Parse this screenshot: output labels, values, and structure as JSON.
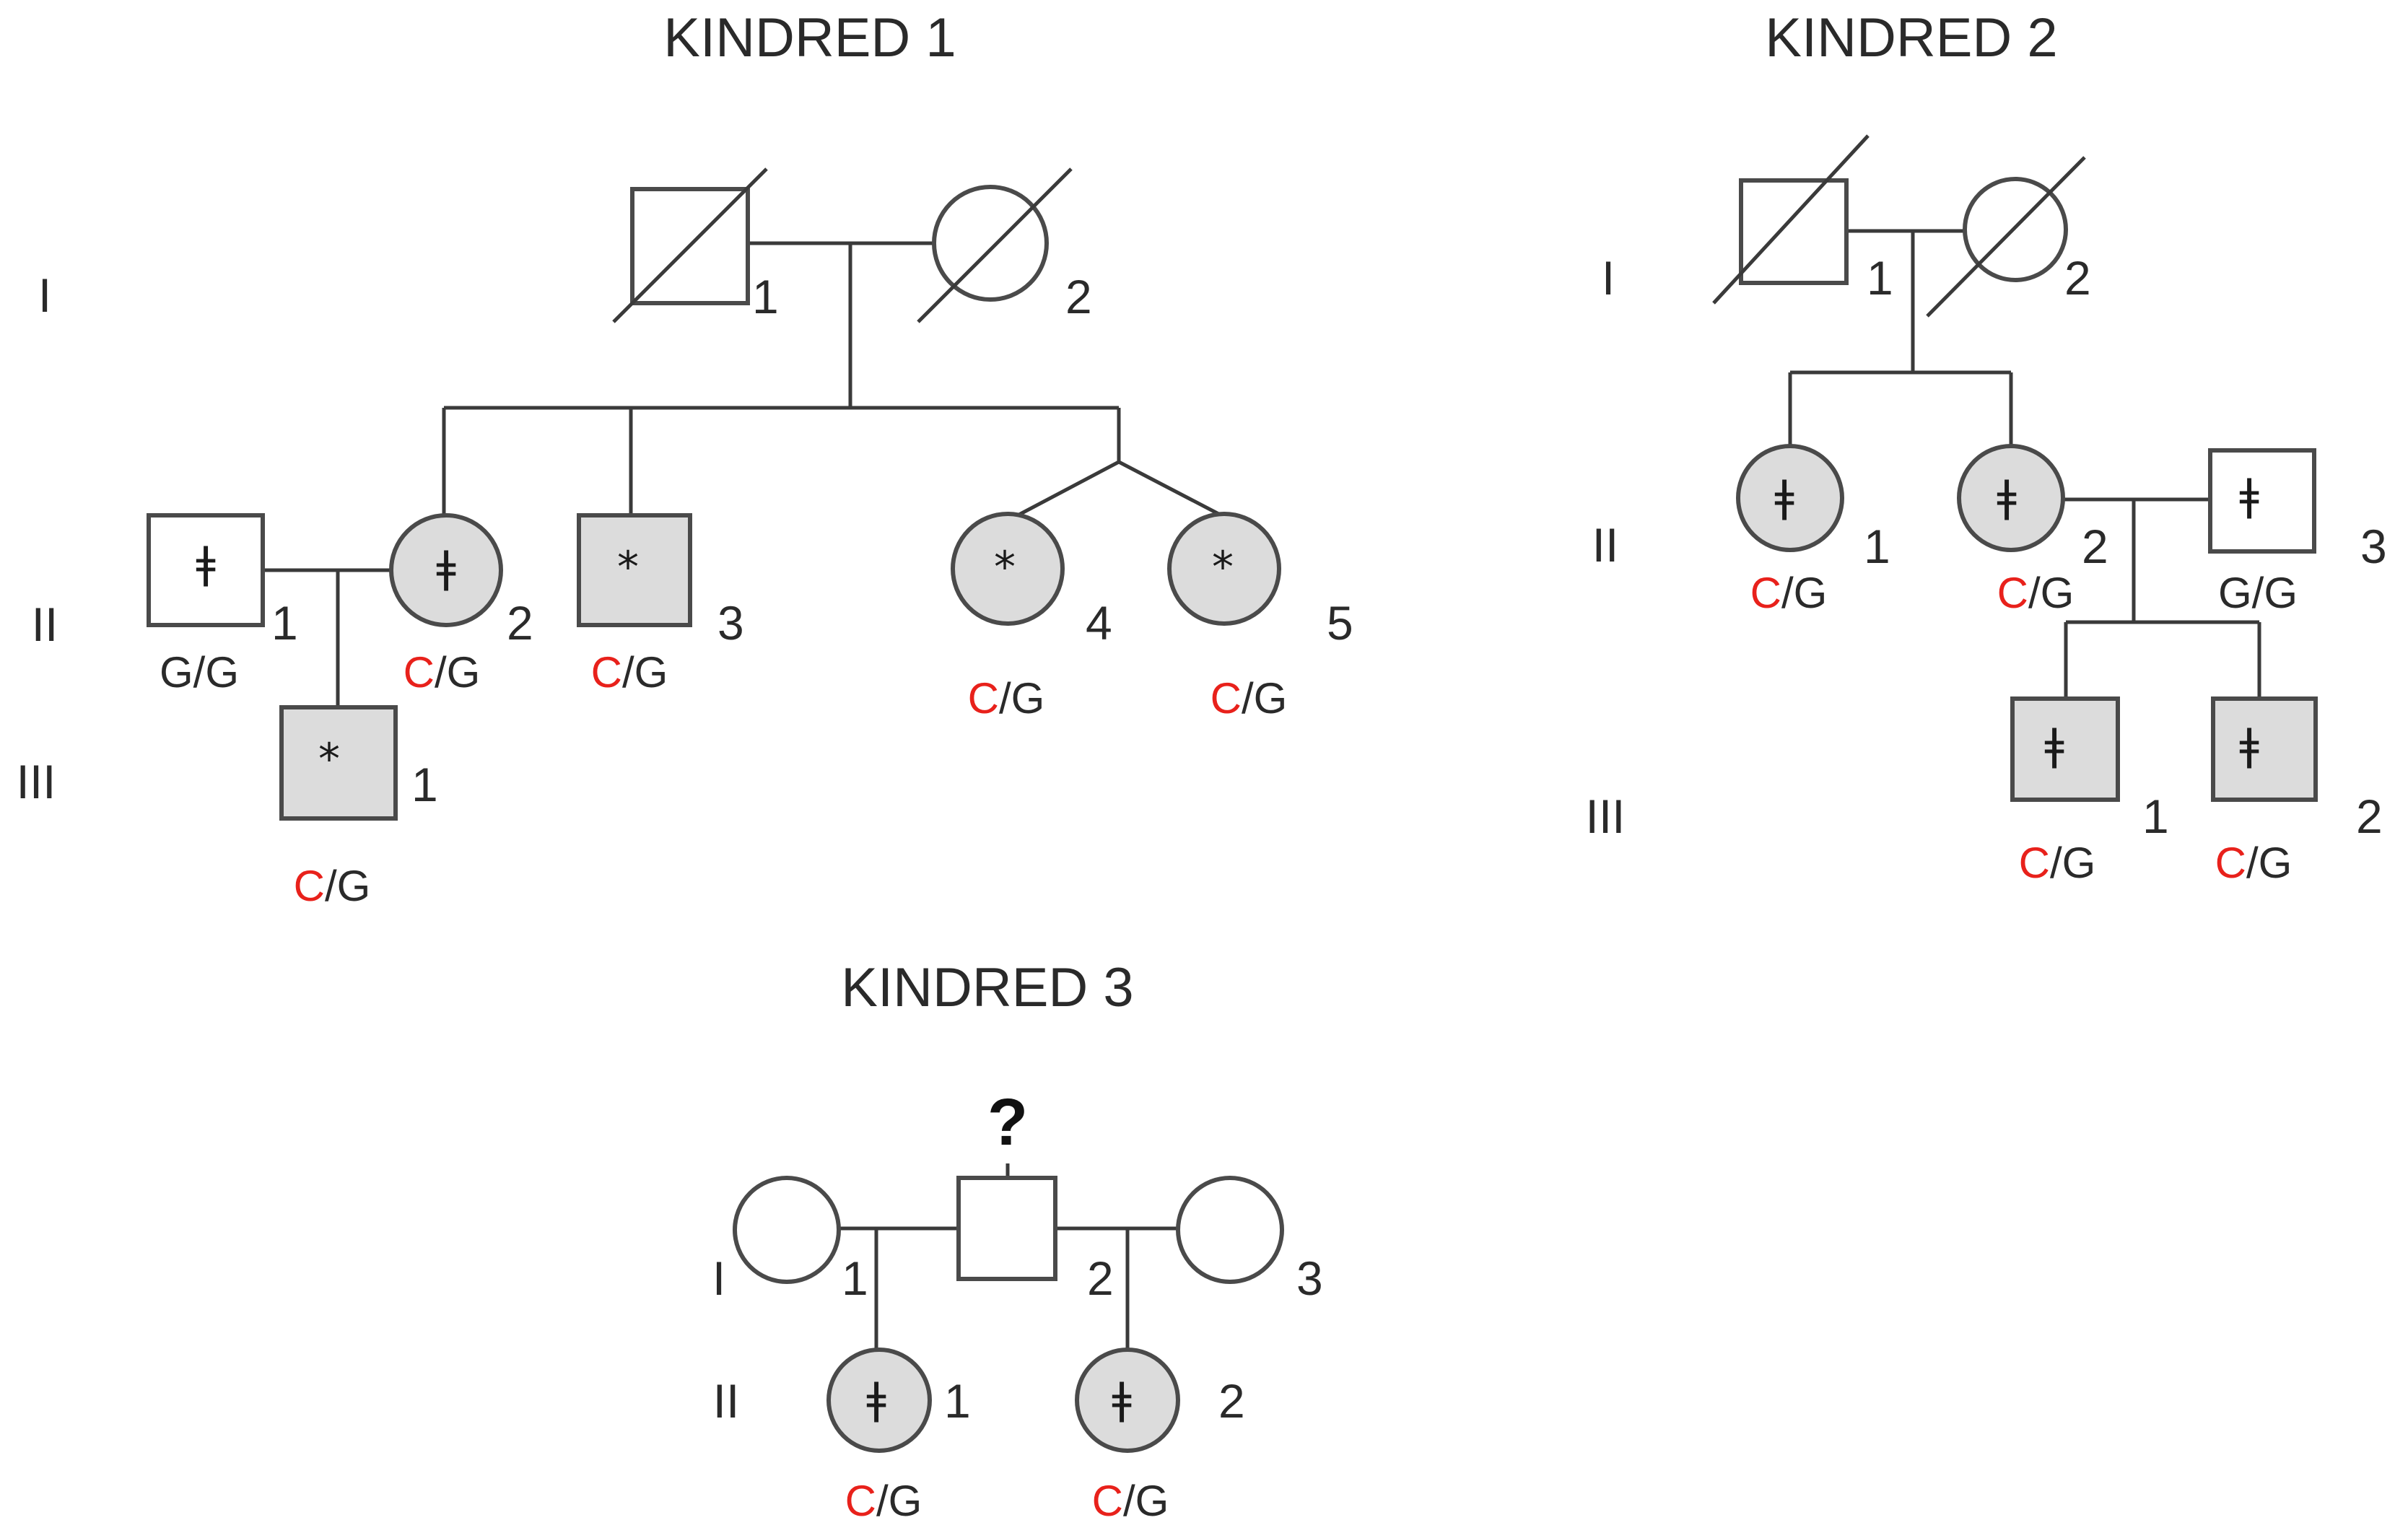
{
  "kindreds": [
    {
      "title": "KINDRED 1",
      "generation_labels": [
        "I",
        "II",
        "III"
      ],
      "individuals": {
        "I-1": {
          "number": "1",
          "sex": "male",
          "deceased": true
        },
        "I-2": {
          "number": "2",
          "sex": "female",
          "deceased": true
        },
        "II-1": {
          "number": "1",
          "sex": "male",
          "affected": false,
          "marker": "ǂ",
          "genotype": [
            "",
            "G/G"
          ]
        },
        "II-2": {
          "number": "2",
          "sex": "female",
          "affected": true,
          "marker": "ǂ",
          "genotype": [
            "C",
            "/G"
          ]
        },
        "II-3": {
          "number": "3",
          "sex": "male",
          "affected": true,
          "marker": "*",
          "genotype": [
            "C",
            "/G"
          ]
        },
        "II-4": {
          "number": "4",
          "sex": "female",
          "affected": true,
          "marker": "*",
          "genotype": [
            "C",
            "/G"
          ]
        },
        "II-5": {
          "number": "5",
          "sex": "female",
          "affected": true,
          "marker": "*",
          "genotype": [
            "C",
            "/G"
          ]
        },
        "III-1": {
          "number": "1",
          "sex": "male",
          "affected": true,
          "marker": "*",
          "genotype": [
            "C",
            "/G"
          ]
        }
      }
    },
    {
      "title": "KINDRED 2",
      "generation_labels": [
        "I",
        "II",
        "III"
      ],
      "individuals": {
        "I-1": {
          "number": "1",
          "sex": "male",
          "deceased": true
        },
        "I-2": {
          "number": "2",
          "sex": "female",
          "deceased": true
        },
        "II-1": {
          "number": "1",
          "sex": "female",
          "affected": true,
          "marker": "ǂ",
          "genotype": [
            "C",
            "/G"
          ]
        },
        "II-2": {
          "number": "2",
          "sex": "female",
          "affected": true,
          "marker": "ǂ",
          "genotype": [
            "C",
            "/G"
          ]
        },
        "II-3": {
          "number": "3",
          "sex": "male",
          "affected": false,
          "marker": "ǂ",
          "genotype": [
            "",
            "G/G"
          ]
        },
        "III-1": {
          "number": "1",
          "sex": "male",
          "affected": true,
          "marker": "ǂ",
          "genotype": [
            "C",
            "/G"
          ]
        },
        "III-2": {
          "number": "2",
          "sex": "male",
          "affected": true,
          "marker": "ǂ",
          "genotype": [
            "C",
            "/G"
          ]
        }
      }
    },
    {
      "title": "KINDRED 3",
      "generation_labels": [
        "I",
        "II"
      ],
      "unknown_mark": "?",
      "individuals": {
        "I-1": {
          "number": "1",
          "sex": "female"
        },
        "I-2": {
          "number": "2",
          "sex": "male"
        },
        "I-3": {
          "number": "3",
          "sex": "female"
        },
        "II-1": {
          "number": "1",
          "sex": "female",
          "affected": true,
          "marker": "ǂ",
          "genotype": [
            "C",
            "/G"
          ]
        },
        "II-2": {
          "number": "2",
          "sex": "female",
          "affected": true,
          "marker": "ǂ",
          "genotype": [
            "C",
            "/G"
          ]
        }
      }
    }
  ],
  "colors": {
    "affected_fill": "#dcdcdc",
    "allele_highlight": "#e8211b",
    "text": "#2a2a2a"
  }
}
